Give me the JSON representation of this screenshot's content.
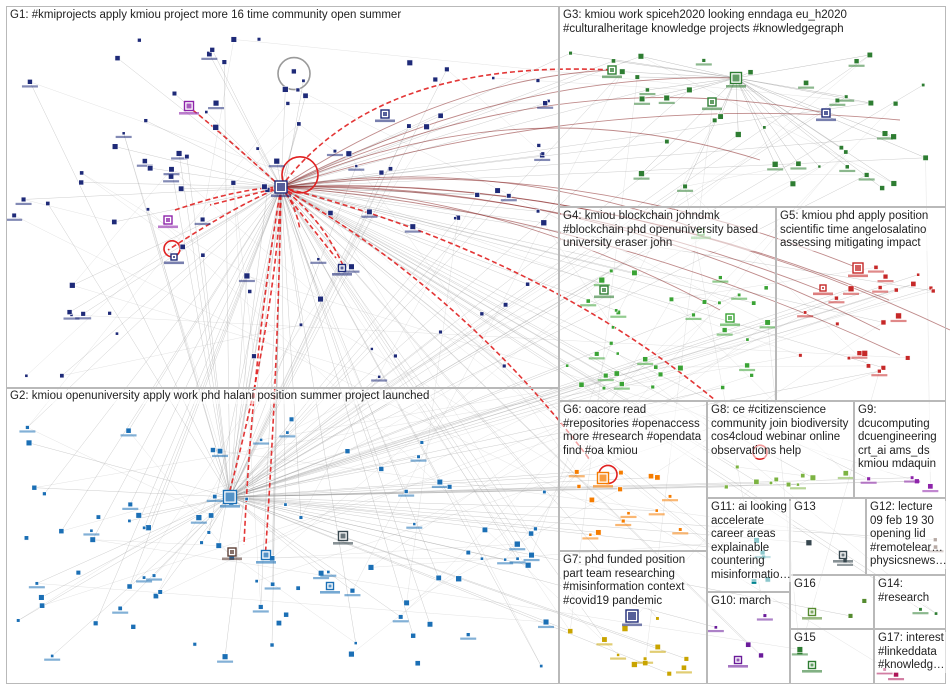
{
  "graph": {
    "groups": [
      {
        "id": "G1",
        "label": "G1: #kmiprojects apply kmiou project more 16 time community open summer",
        "color": "#1e2a78"
      },
      {
        "id": "G2",
        "label": "G2: kmiou openuniversity apply work phd halani position summer project launched",
        "color": "#1b6fb5"
      },
      {
        "id": "G3",
        "label": "G3: kmiou work spiceh2020 looking enndaga eu_h2020\n#culturalheritage knowledge projects #knowledgegraph",
        "color": "#2e7d32"
      },
      {
        "id": "G4",
        "label": "G4: kmiou blockchain johndmk\n#blockchain phd openuniversity based\nuniversity eraser john",
        "color": "#3aa335"
      },
      {
        "id": "G5",
        "label": "G5: kmiou phd apply position\nscientific time angelosalatino\nassessing mitigating impact",
        "color": "#c62828"
      },
      {
        "id": "G6",
        "label": "G6: oacore read\n#repositories #openaccess\nmore #research #opendata\nfind #oa kmiou",
        "color": "#f57c00"
      },
      {
        "id": "G7",
        "label": "G7: phd funded position\npart team researching\n#misinformation context\n#covid19 pandemic",
        "color": "#c9a400"
      },
      {
        "id": "G8",
        "label": "G8: ce #citizenscience\ncommunity join biodiversity\ncos4cloud webinar online\nobservations help",
        "color": "#7cb342"
      },
      {
        "id": "G9",
        "label": "G9:\ndcucomputing\ndcuengineering\ncrt_ai ams_ds\nkmiou mdaquin",
        "color": "#8e24aa"
      },
      {
        "id": "G10",
        "label": "G10: march",
        "color": "#6a1b9a"
      },
      {
        "id": "G11",
        "label": "G11: ai looking\naccelerate\ncareer areas\nexplainable\ncountering\nmisinformatio…",
        "color": "#00838f"
      },
      {
        "id": "G12",
        "label": "G12: lecture\n09 feb 19 30\nopening lid\n#remotelear…\nphysicsnews…",
        "color": "#5d4037"
      },
      {
        "id": "G13",
        "label": "G13",
        "color": "#37474f"
      },
      {
        "id": "G14",
        "label": "G14:\n#research",
        "color": "#2e7d32"
      },
      {
        "id": "G15",
        "label": "G15",
        "color": "#2e7d32"
      },
      {
        "id": "G16",
        "label": "G16",
        "color": "#558b2f"
      },
      {
        "id": "G17",
        "label": "G17: interest\n#linkeddata\n#knowledg…",
        "color": "#ad1457"
      }
    ]
  }
}
